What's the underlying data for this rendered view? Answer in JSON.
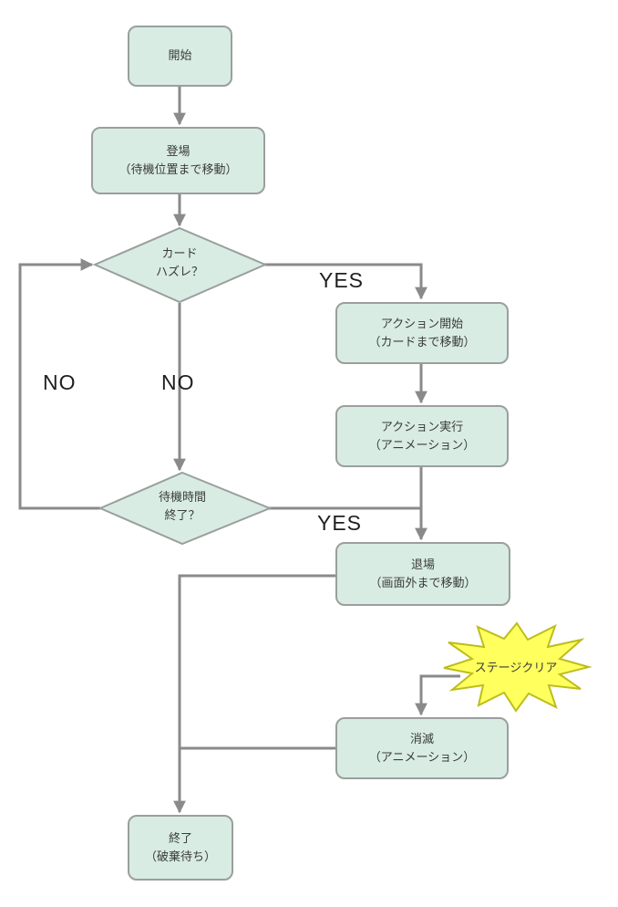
{
  "diagram": {
    "nodes": {
      "start": {
        "label": "開始"
      },
      "entrance": {
        "line1": "登場",
        "line2": "（待機位置まで移動）"
      },
      "card_decision": {
        "line1": "カード",
        "line2": "ハズレ？"
      },
      "action_start": {
        "line1": "アクション開始",
        "line2": "（カードまで移動）"
      },
      "action_exec": {
        "line1": "アクション実行",
        "line2": "（アニメーション）"
      },
      "wait_decision": {
        "line1": "待機時間",
        "line2": "終了？"
      },
      "exit": {
        "line1": "退場",
        "line2": "（画面外まで移動）"
      },
      "stage_clear": {
        "label": "ステージクリア"
      },
      "vanish": {
        "line1": "消滅",
        "line2": "（アニメーション）"
      },
      "end": {
        "line1": "終了",
        "line2": "（破棄待ち）"
      }
    },
    "labels": {
      "yes_top": "YES",
      "no_left": "NO",
      "no_center": "NO",
      "yes_bottom": "YES"
    },
    "colors": {
      "node_fill": "#d8ece3",
      "node_border": "#9a9f9e",
      "edge": "#8a8a8a",
      "burst_fill": "#ffff5e",
      "burst_border": "#bdbd1c",
      "text": "#3b3b3b"
    }
  }
}
